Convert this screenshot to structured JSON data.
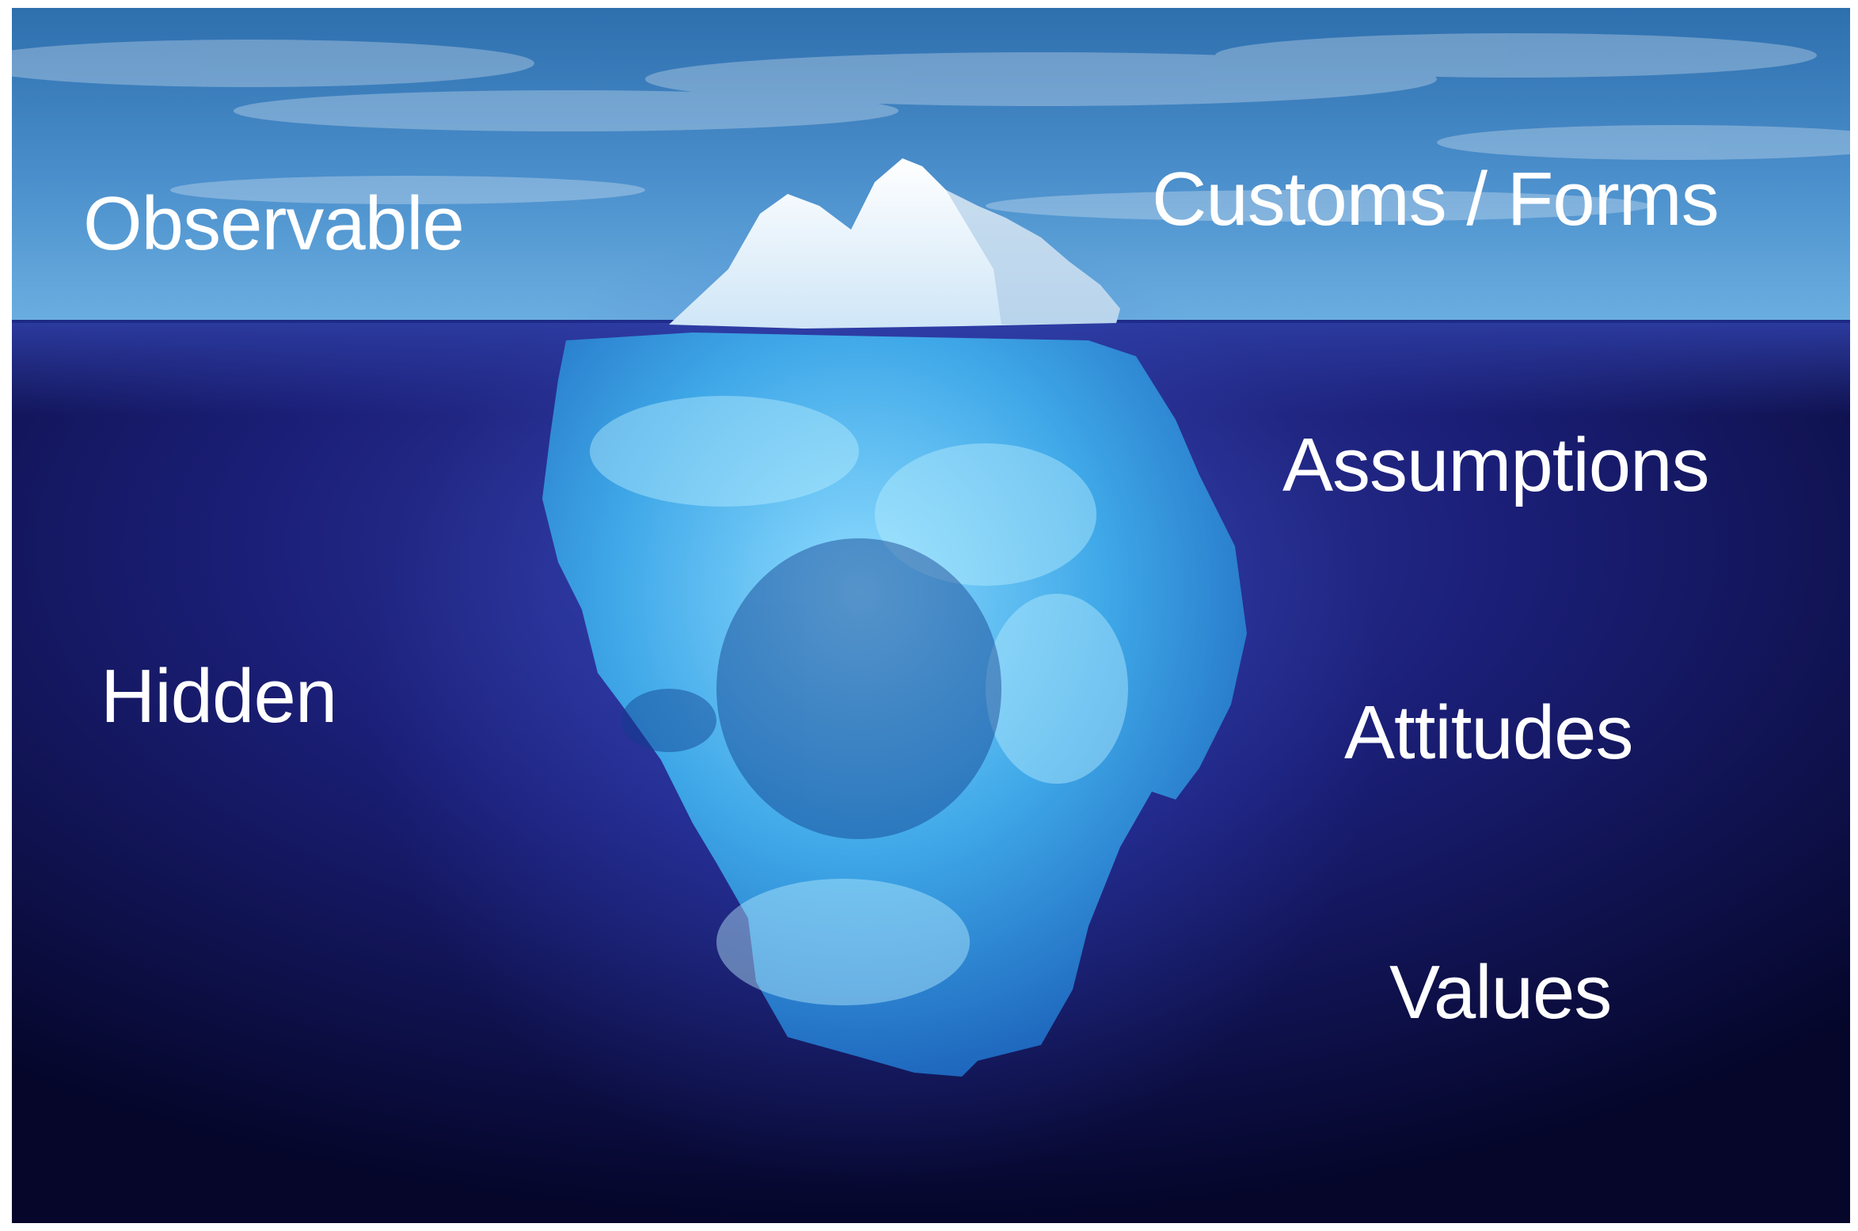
{
  "diagram": {
    "labels": {
      "observable": "Observable",
      "customs_forms": "Customs / Forms",
      "assumptions": "Assumptions",
      "hidden": "Hidden",
      "attitudes": "Attitudes",
      "values": "Values"
    },
    "colors": {
      "sky_top": "#2d6fb0",
      "sky_bottom": "#5aa2d8",
      "deep_water": "#07082e",
      "water_surface": "#2a3a9a",
      "ice_tip": "#ffffff",
      "ice_underwater": "#4fb8f0",
      "label_text": "#ffffff"
    }
  }
}
